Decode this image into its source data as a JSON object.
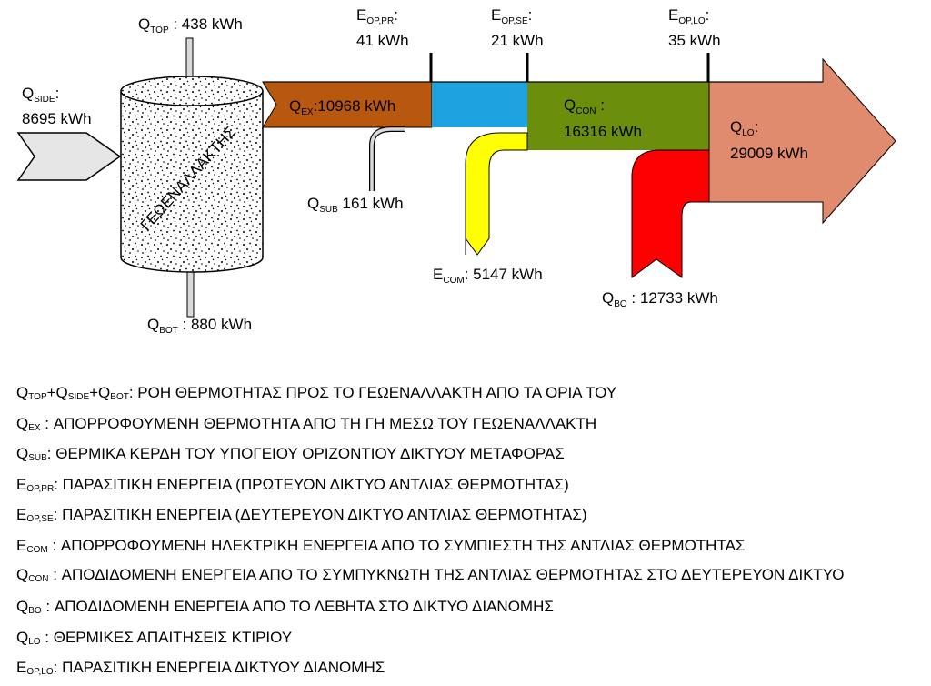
{
  "colors": {
    "q_ex": "#b8580f",
    "e_op_pr_band": "#1ea3e0",
    "q_con": "#6b8e0c",
    "e_com": "#ffff00",
    "q_bo": "#ff0000",
    "q_lo": "#e08a6e",
    "side_arrow": "#e6e6e6"
  },
  "diagram": {
    "exchanger_label": "ΓΕΩΕΝΑΛΛΑΚΤΗΣ",
    "q_top": {
      "sym": "Q",
      "sub": "TOP",
      "value": "438 kWh"
    },
    "q_side": {
      "sym": "Q",
      "sub": "SIDE",
      "sep": ":",
      "value": "8695 kWh"
    },
    "q_bot": {
      "sym": "Q",
      "sub": "BOT",
      "value": "880 kWh"
    },
    "q_ex": {
      "sym": "Q",
      "sub": "EX",
      "value": ":10968 kWh"
    },
    "e_op_pr": {
      "sym": "E",
      "sub": "OP,PR",
      "sep": ":",
      "value": "41 kWh"
    },
    "e_op_se": {
      "sym": "E",
      "sub": "OP,SE",
      "sep": ":",
      "value": "21 kWh"
    },
    "e_op_lo": {
      "sym": "E",
      "sub": "OP,LO",
      "sep": ":",
      "value": "35 kWh"
    },
    "q_sub": {
      "sym": "Q",
      "sub": "SUB",
      "value": "161 kWh"
    },
    "q_con": {
      "sym": "Q",
      "sub": "CON",
      "sep": ":",
      "value": "16316 kWh"
    },
    "e_com": {
      "sym": "E",
      "sub": "COM",
      "value": "5147 kWh"
    },
    "q_lo": {
      "sym": "Q",
      "sub": "LO",
      "sep": ":",
      "value": "29009 kWh"
    },
    "q_bo": {
      "sym": "Q",
      "sub": "BO",
      "value": "12733 kWh"
    }
  },
  "legend": [
    {
      "parts": [
        {
          "s": "Q",
          "b": "TOP"
        },
        {
          "s": "+Q",
          "b": "SIDE"
        },
        {
          "s": "+Q",
          "b": "BOT"
        }
      ],
      "text": ": ΡΟΗ ΘΕΡΜΟΤΗΤΑΣ ΠΡΟΣ ΤΟ ΓΕΩΕΝΑΛΛΑΚΤΗ ΑΠΟ ΤΑ ΟΡΙΑ ΤΟΥ"
    },
    {
      "parts": [
        {
          "s": "Q",
          "b": "EX"
        }
      ],
      "text": " : ΑΠΟΡΡΟΦΟΥΜΕΝΗ ΘΕΡΜΟΤΗΤΑ ΑΠΟ ΤΗ ΓΗ ΜΕΣΩ ΤΟΥ ΓΕΩΕΝΑΛΛΑΚΤΗ"
    },
    {
      "parts": [
        {
          "s": "Q",
          "b": "SUB"
        }
      ],
      "text": ": ΘΕΡΜΙΚΑ ΚΕΡΔΗ ΤΟΥ ΥΠΟΓΕΙΟΥ ΟΡΙΖΟΝΤΙΟΥ ΔΙΚΤΥΟΥ ΜΕΤΑΦΟΡΑΣ"
    },
    {
      "parts": [
        {
          "s": "E",
          "b": "OP,PR"
        }
      ],
      "text": ": ΠΑΡΑΣΙΤΙΚΗ ΕΝΕΡΓΕΙΑ (ΠΡΩΤΕΥΟΝ ΔΙΚΤΥΟ ΑΝΤΛΙΑΣ ΘΕΡΜΟΤΗΤΑΣ)"
    },
    {
      "parts": [
        {
          "s": "E",
          "b": "OP,SE"
        }
      ],
      "text": ": ΠΑΡΑΣΙΤΙΚΗ ΕΝΕΡΓΕΙΑ (ΔΕΥΤΕΡΕΥΟΝ ΔΙΚΤΥΟ ΑΝΤΛΙΑΣ ΘΕΡΜΟΤΗΤΑΣ)"
    },
    {
      "parts": [
        {
          "s": "E",
          "b": "COM"
        }
      ],
      "text": " : ΑΠΟΡΡΟΦΟΥΜΕΝΗ ΗΛΕΚΤΡΙΚΗ ΕΝΕΡΓΕΙΑ ΑΠΟ ΤΟ ΣΥΜΠΙΕΣΤΗ ΤΗΣ ΑΝΤΛΙΑΣ ΘΕΡΜΟΤΗΤΑΣ"
    },
    {
      "parts": [
        {
          "s": "Q",
          "b": "CON"
        }
      ],
      "text": " : ΑΠΟΔΙΔΟΜΕΝΗ ΕΝΕΡΓΕΙΑ ΑΠΟ ΤΟ ΣΥΜΠΥΚΝΩΤΗ ΤΗΣ ΑΝΤΛΙΑΣ ΘΕΡΜΟΤΗΤΑΣ ΣΤΟ ΔΕΥΤΕΡΕΥΟΝ ΔΙΚΤΥΟ",
      "wrap": true
    },
    {
      "parts": [
        {
          "s": "Q",
          "b": "BO"
        }
      ],
      "text": " : ΑΠΟΔΙΔΟΜΕΝΗ ΕΝΕΡΓΕΙΑ ΑΠΟ ΤΟ ΛΕΒΗΤΑ ΣΤΟ ΔΙΚΤΥΟ ΔΙΑΝΟΜΗΣ"
    },
    {
      "parts": [
        {
          "s": "Q",
          "b": "LO"
        }
      ],
      "text": " : ΘΕΡΜΙΚΕΣ ΑΠΑΙΤΗΣΕΙΣ ΚΤΙΡΙΟΥ"
    },
    {
      "parts": [
        {
          "s": "E",
          "b": "OP,LO"
        }
      ],
      "text": ": ΠΑΡΑΣΙΤΙΚΗ ΕΝΕΡΓΕΙΑ ΔΙΚΤΥΟΥ ΔΙΑΝΟΜΗΣ"
    }
  ]
}
